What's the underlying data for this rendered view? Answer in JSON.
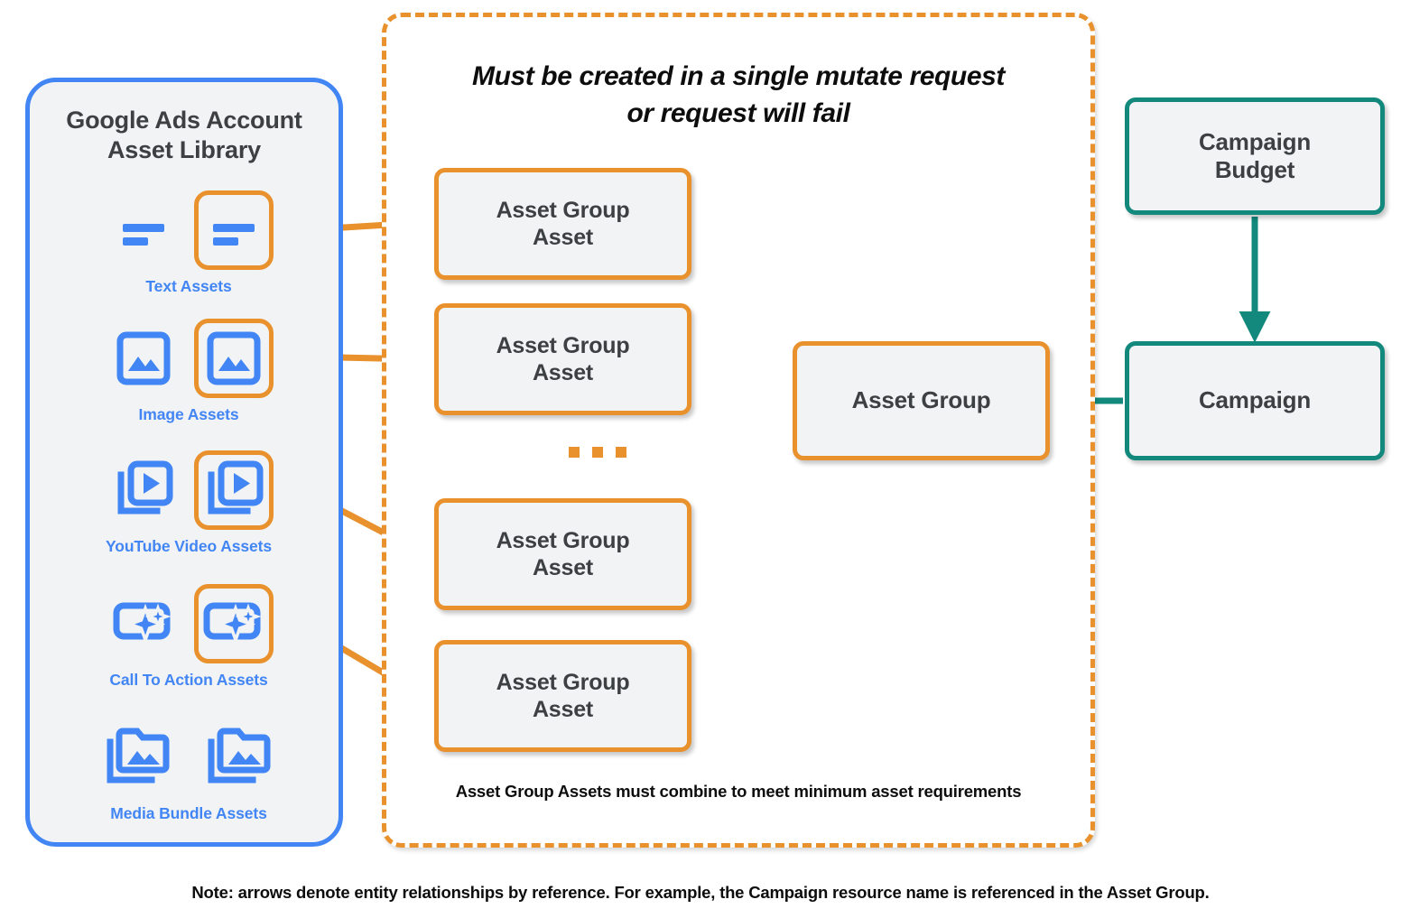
{
  "colors": {
    "google_blue": "#4285f4",
    "orange": "#e8912d",
    "teal": "#12897c",
    "node_fill": "#f1f3f4",
    "text_dark": "#3c4043"
  },
  "asset_library": {
    "title_line1": "Google Ads Account",
    "title_line2": "Asset Library",
    "rows": [
      {
        "icon": "text-lines-icon",
        "caption": "Text Assets",
        "highlighted_index": 1
      },
      {
        "icon": "image-icon",
        "caption": "Image Assets",
        "highlighted_index": 1
      },
      {
        "icon": "video-play-icon",
        "caption": "YouTube Video  Assets",
        "highlighted_index": 1
      },
      {
        "icon": "call-to-action-icon",
        "caption": "Call To Action Assets",
        "highlighted_index": 1
      },
      {
        "icon": "media-bundle-icon",
        "caption": "Media Bundle  Assets",
        "highlighted_index": -1
      }
    ]
  },
  "mutate_container": {
    "title_line1": "Must be created in a single mutate request",
    "title_line2": "or request will fail",
    "footer": "Asset Group Assets must combine to meet minimum asset requirements",
    "ellipsis": "…",
    "asset_group_assets": [
      {
        "label_line1": "Asset Group",
        "label_line2": "Asset"
      },
      {
        "label_line1": "Asset Group",
        "label_line2": "Asset"
      },
      {
        "label_line1": "Asset Group",
        "label_line2": "Asset"
      },
      {
        "label_line1": "Asset Group",
        "label_line2": "Asset"
      }
    ],
    "asset_group": {
      "label": "Asset Group"
    }
  },
  "campaign_side": {
    "campaign_budget": {
      "label_line1": "Campaign",
      "label_line2": "Budget"
    },
    "campaign": {
      "label": "Campaign"
    }
  },
  "note": "Note: arrows denote entity relationships by reference. For example, the Campaign resource name is referenced in the Asset Group."
}
